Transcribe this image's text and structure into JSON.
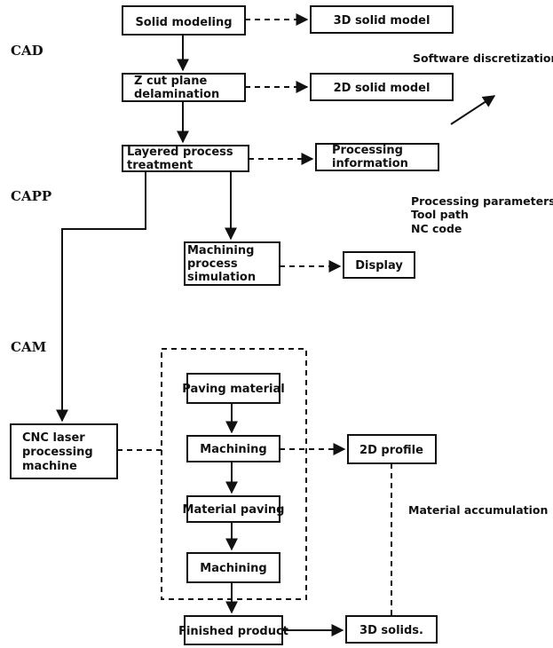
{
  "stages": {
    "cad": "CAD",
    "capp": "CAPP",
    "cam": "CAM"
  },
  "nodes": {
    "solid_modeling": "Solid modeling",
    "solid_model_3d": "3D solid model",
    "z_cut": [
      "Z cut plane",
      "delamination"
    ],
    "solid_model_2d": "2D solid model",
    "layered": [
      "Layered process",
      "treatment"
    ],
    "processing_info": [
      "Processing",
      "information"
    ],
    "simulation": [
      "Machining",
      "process",
      "simulation"
    ],
    "display": "Display",
    "cnc": [
      "CNC laser",
      "processing",
      "machine"
    ],
    "paving_material": "Paving material",
    "machining_1": "Machining",
    "material_paving": "Material paving",
    "machining_2": "Machining",
    "profile_2d": "2D profile",
    "finished_product": "Finished product",
    "solids_3d": "3D solids."
  },
  "notes": {
    "software_discretization": "Software discretization",
    "processing_params": [
      "Processing parameters",
      "Tool path",
      "NC code"
    ],
    "material_accumulation": "Material accumulation"
  },
  "colors": {
    "stroke": "#111111",
    "background": "#ffffff"
  }
}
